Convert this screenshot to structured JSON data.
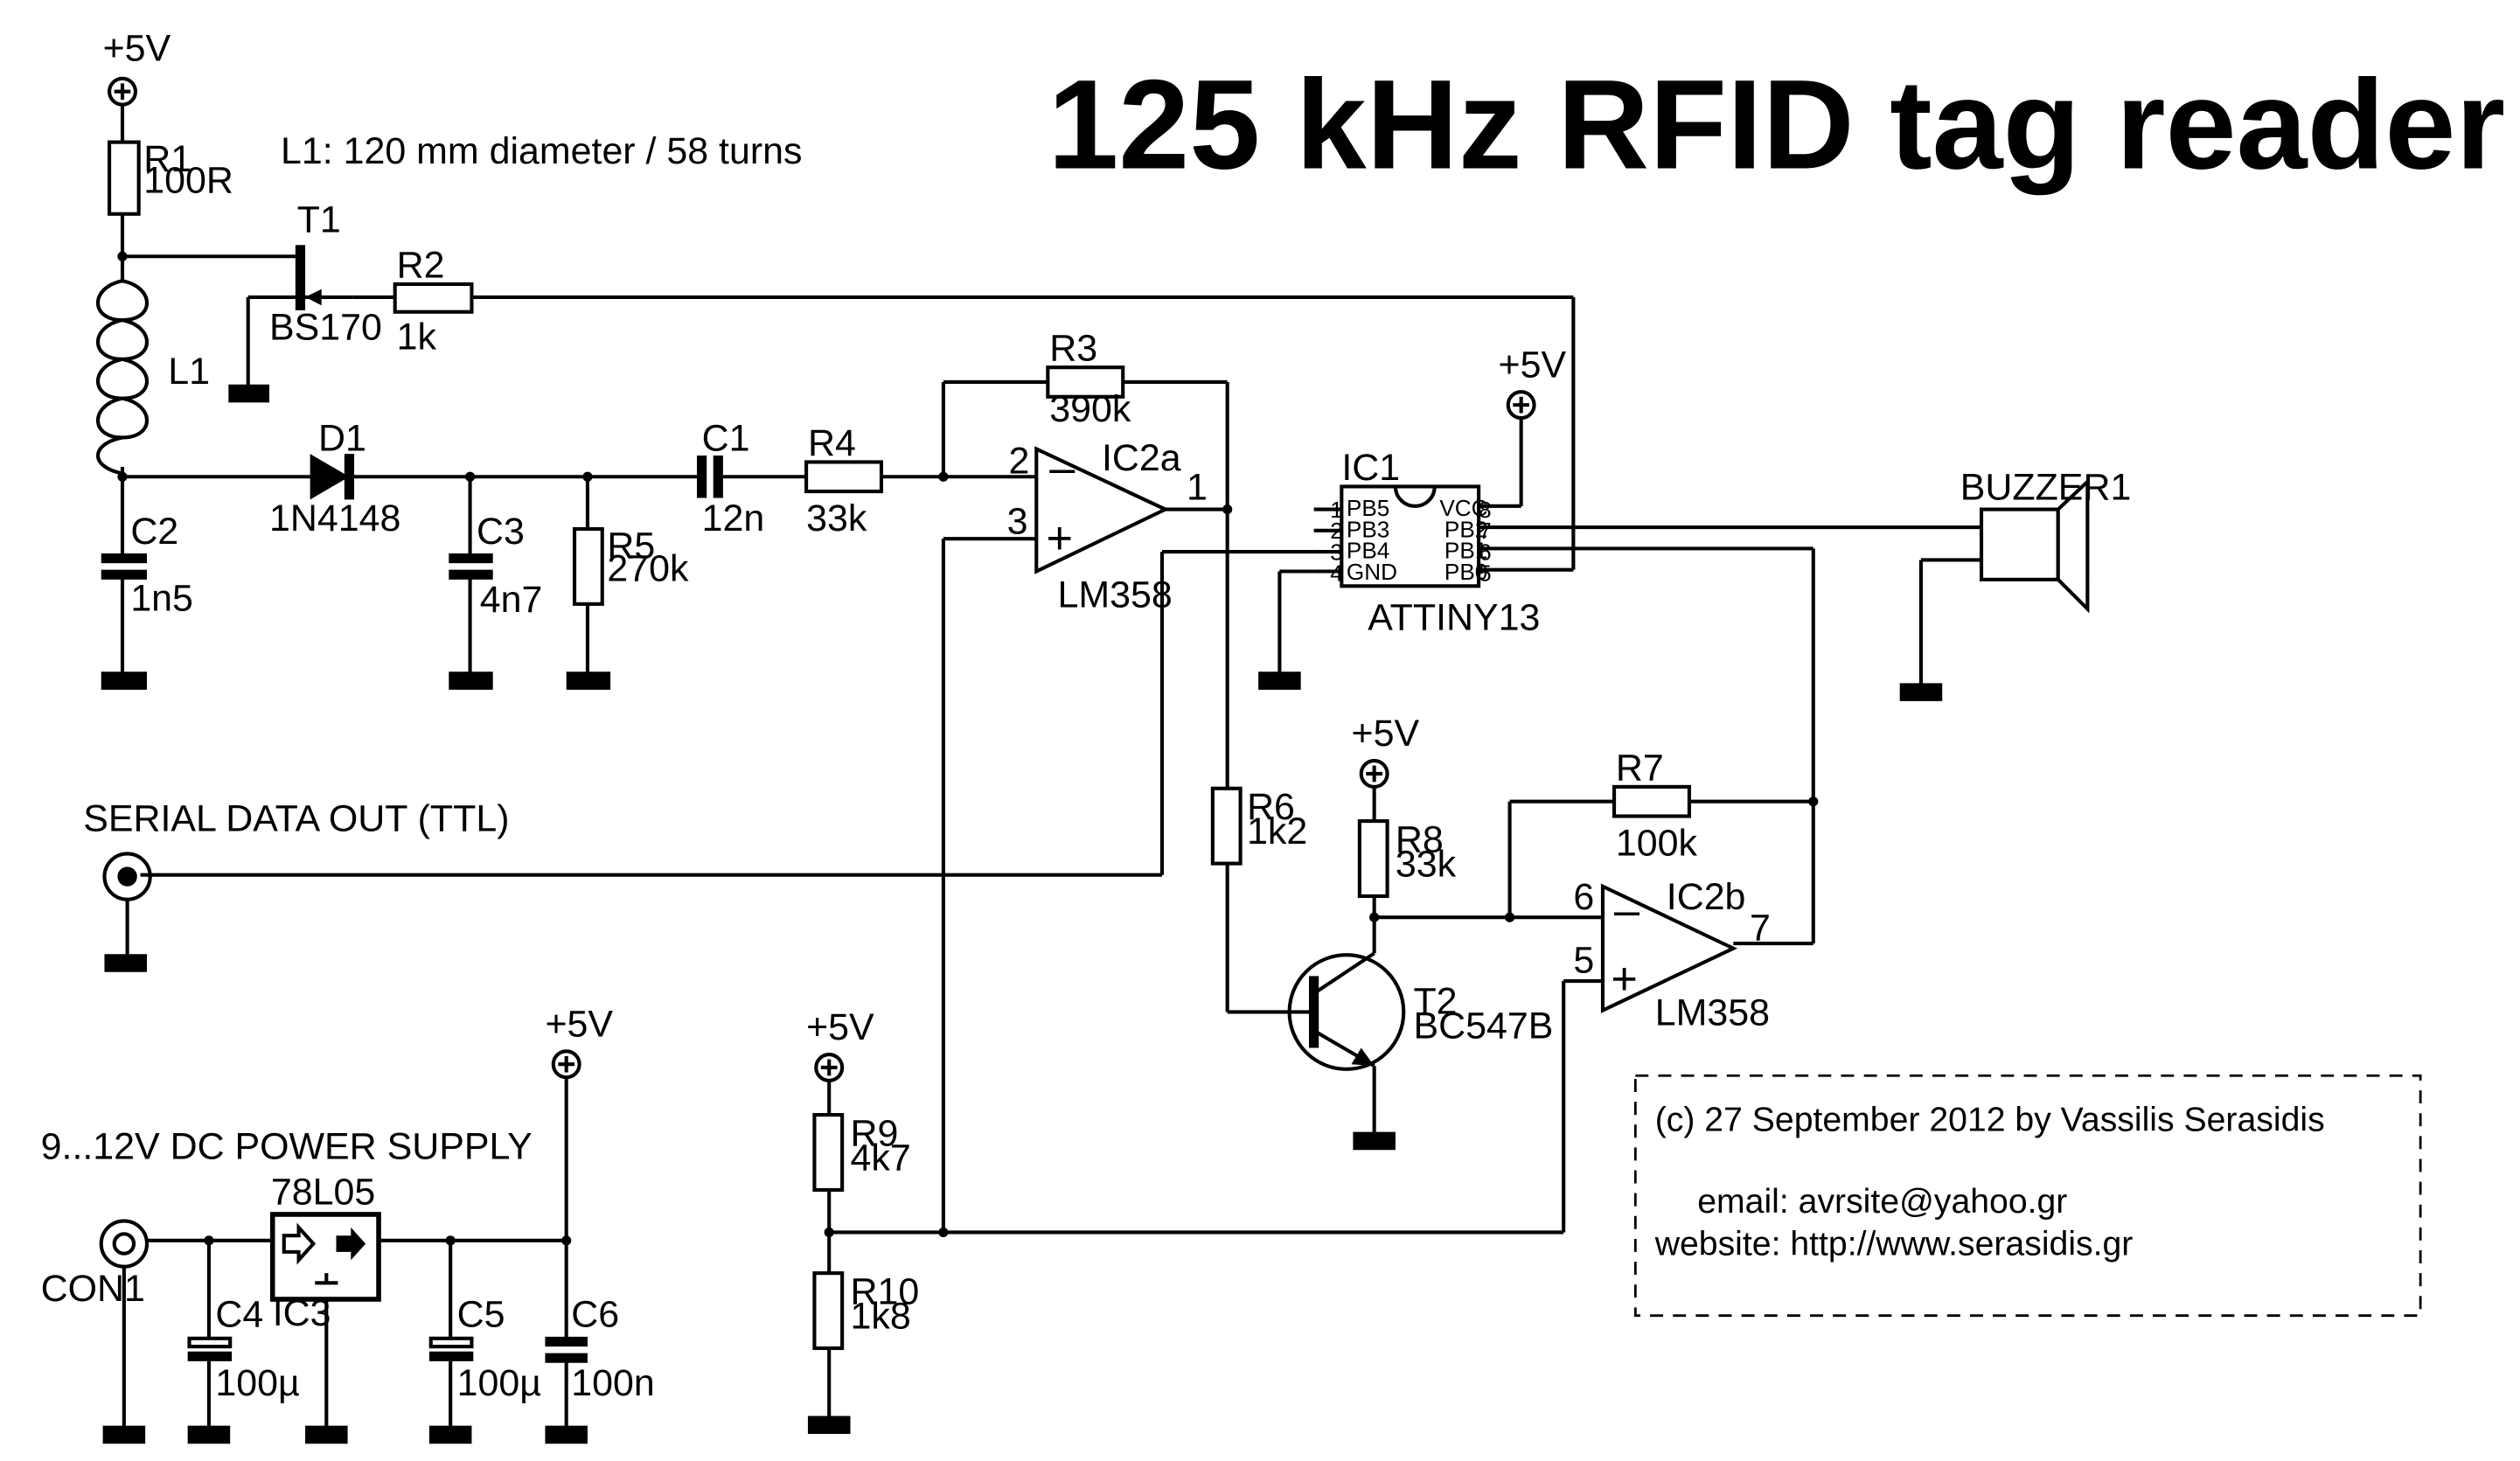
{
  "title": "125 kHz RFID tag reader",
  "coil_note": "L1: 120 mm diameter / 58 turns",
  "supply": "+5V",
  "serial_label": "SERIAL DATA OUT (TTL)",
  "power_label": "9...12V DC POWER SUPPLY",
  "components": {
    "R1": {
      "ref": "R1",
      "value": "100R"
    },
    "R2": {
      "ref": "R2",
      "value": "1k"
    },
    "R3": {
      "ref": "R3",
      "value": "390k"
    },
    "R4": {
      "ref": "R4",
      "value": "33k"
    },
    "R5": {
      "ref": "R5",
      "value": "270k"
    },
    "R6": {
      "ref": "R6",
      "value": "1k2"
    },
    "R7": {
      "ref": "R7",
      "value": "100k"
    },
    "R8": {
      "ref": "R8",
      "value": "33k"
    },
    "R9": {
      "ref": "R9",
      "value": "4k7"
    },
    "R10": {
      "ref": "R10",
      "value": "1k8"
    },
    "C1": {
      "ref": "C1",
      "value": "12n"
    },
    "C2": {
      "ref": "C2",
      "value": "1n5"
    },
    "C3": {
      "ref": "C3",
      "value": "4n7"
    },
    "C4": {
      "ref": "C4",
      "value": "100µ"
    },
    "C5": {
      "ref": "C5",
      "value": "100µ"
    },
    "C6": {
      "ref": "C6",
      "value": "100n"
    },
    "D1": {
      "ref": "D1",
      "value": "1N4148"
    },
    "T1": {
      "ref": "T1",
      "value": "BS170"
    },
    "T2": {
      "ref": "T2",
      "value": "BC547B"
    },
    "L1": {
      "ref": "L1"
    },
    "IC2a": {
      "ref": "IC2a",
      "value": "LM358"
    },
    "IC2b": {
      "ref": "IC2b",
      "value": "LM358"
    },
    "IC1": {
      "ref": "IC1",
      "value": "ATTINY13"
    },
    "IC3": {
      "ref": "IC3",
      "value": "78L05"
    },
    "BUZZER1": {
      "ref": "BUZZER1"
    },
    "CON1": {
      "ref": "CON1"
    }
  },
  "ic1_pins": {
    "left": [
      {
        "num": "1",
        "name": "PB5"
      },
      {
        "num": "2",
        "name": "PB3"
      },
      {
        "num": "3",
        "name": "PB4"
      },
      {
        "num": "4",
        "name": "GND"
      }
    ],
    "right": [
      {
        "num": "8",
        "name": "VCC"
      },
      {
        "num": "7",
        "name": "PB2"
      },
      {
        "num": "6",
        "name": "PB1"
      },
      {
        "num": "5",
        "name": "PB0"
      }
    ]
  },
  "opamp_pins": {
    "ic2a": {
      "inv": "2",
      "noninv": "3",
      "out": "1"
    },
    "ic2b": {
      "inv": "6",
      "noninv": "5",
      "out": "7"
    }
  },
  "opamp_signs": {
    "minus": "–",
    "plus": "+"
  },
  "credit": {
    "line1": "(c) 27 September 2012 by Vassilis Serasidis",
    "line2": "email:  avrsite@yahoo.gr",
    "line3": "website:  http://www.serasidis.gr"
  }
}
